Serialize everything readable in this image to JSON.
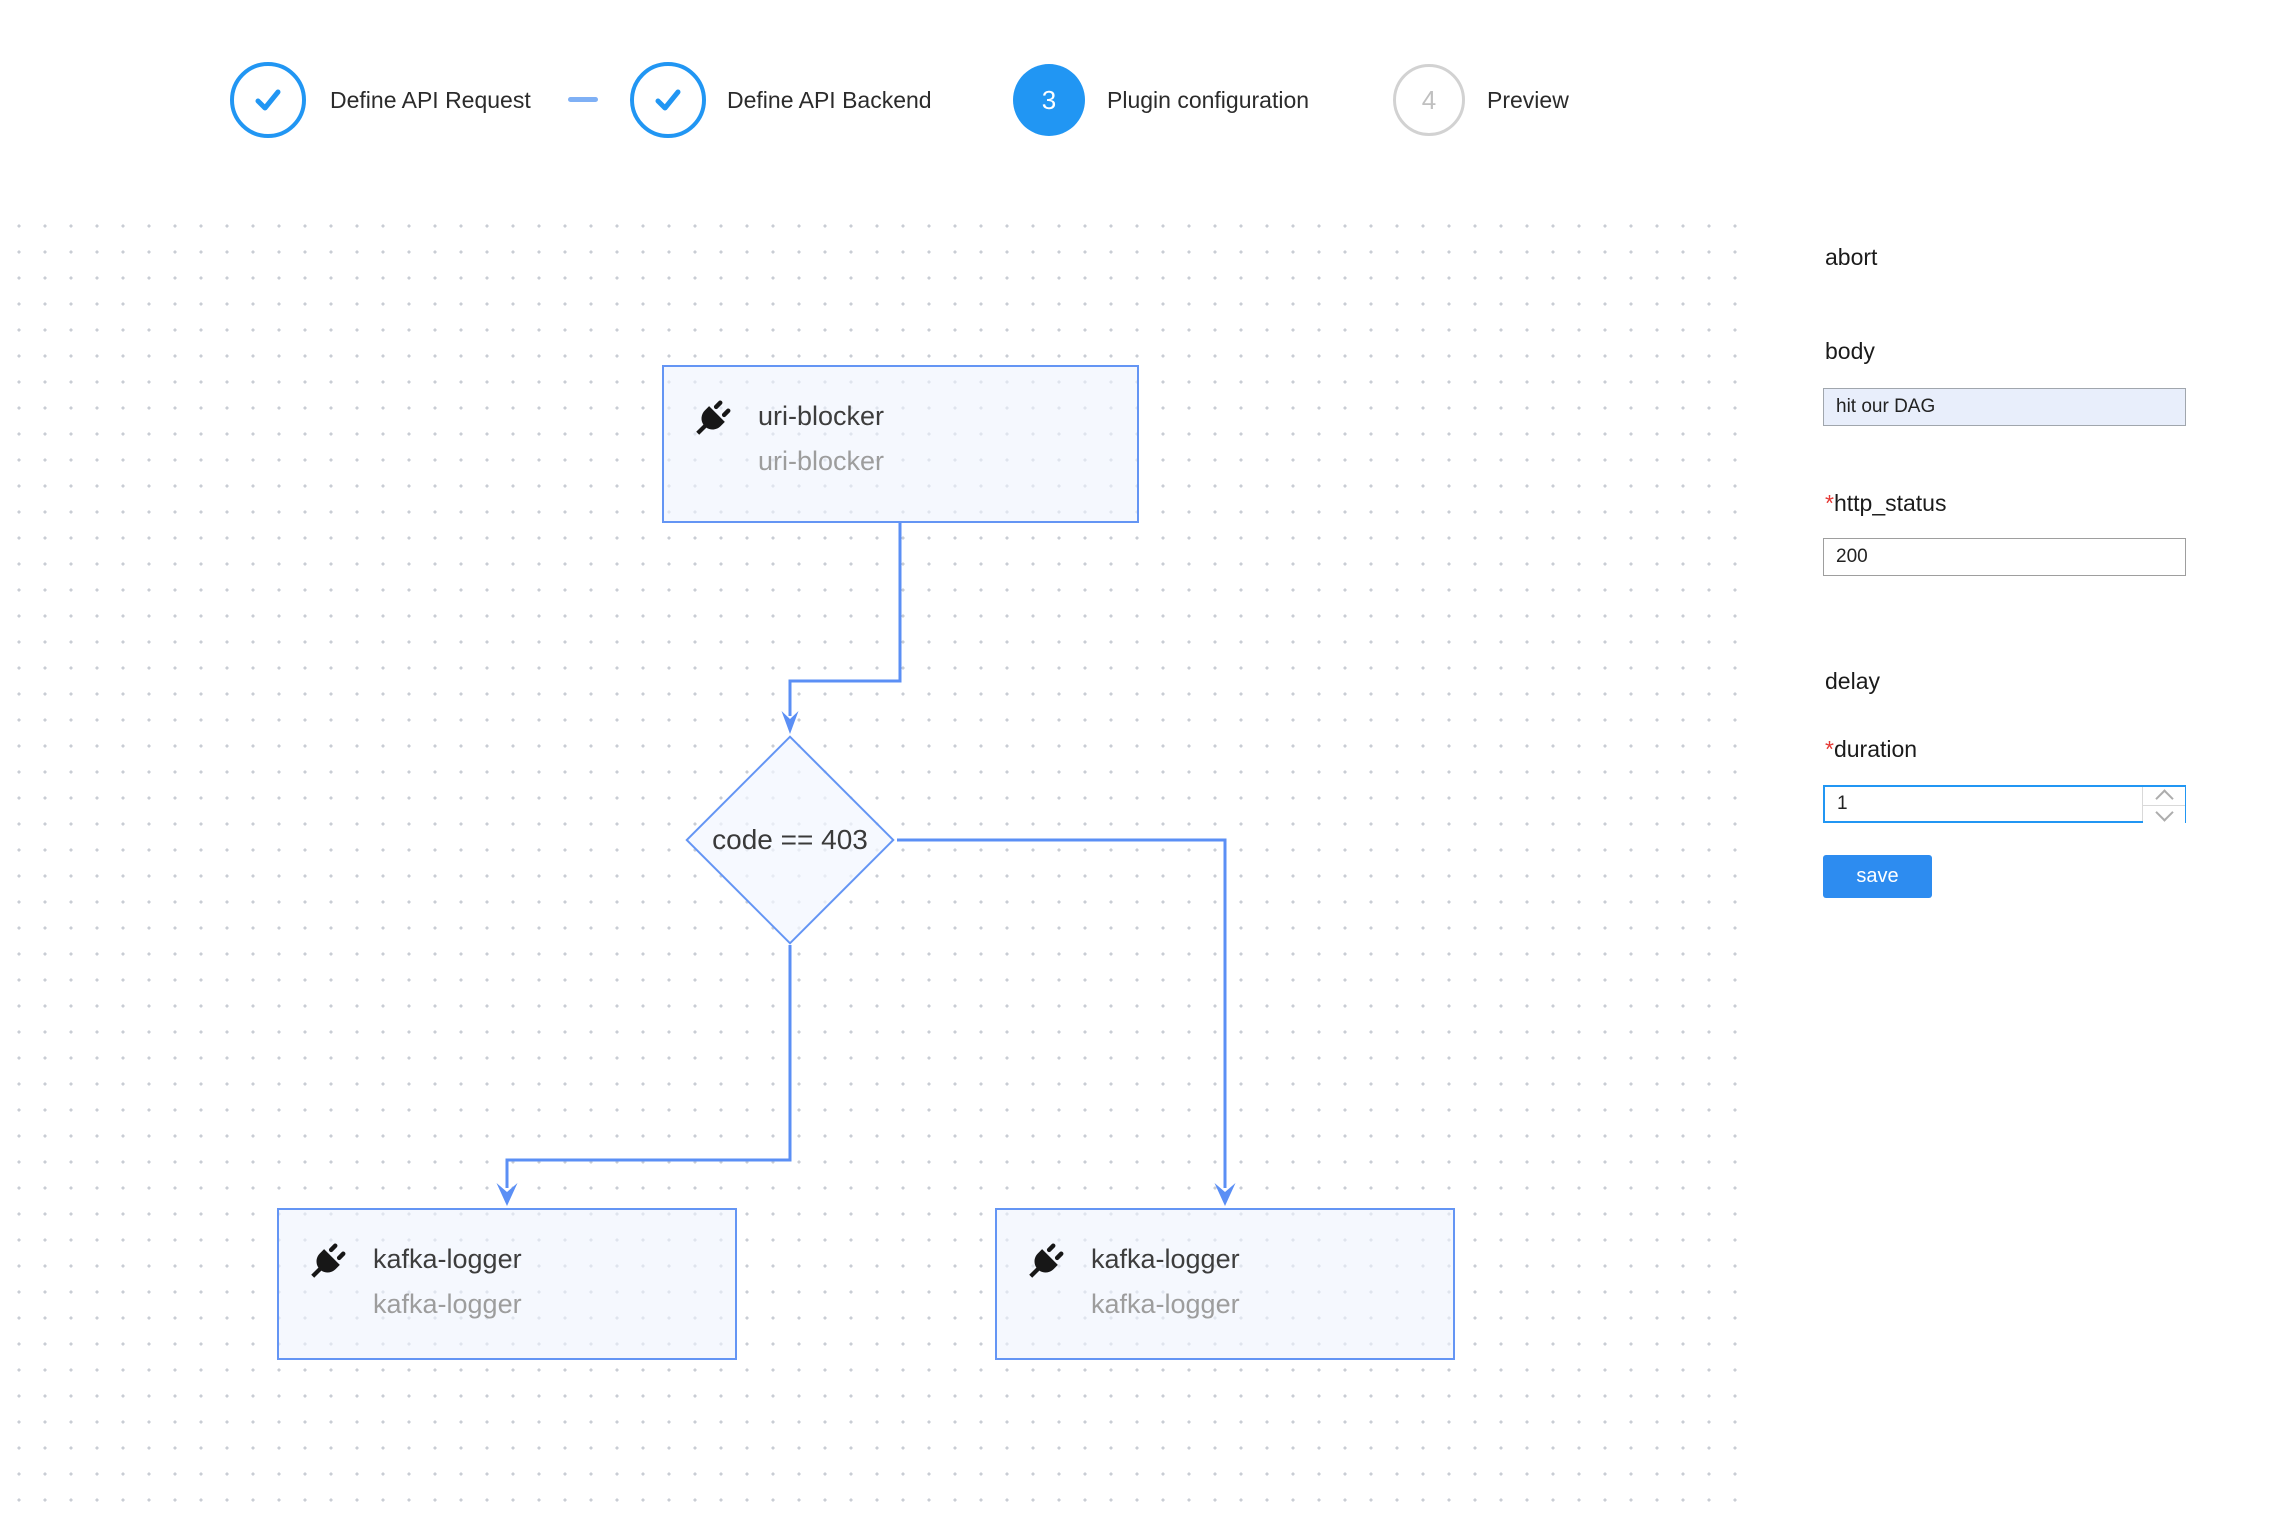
{
  "stepper": {
    "steps": [
      {
        "label": "Define API Request",
        "status": "done"
      },
      {
        "label": "Define API Backend",
        "status": "done"
      },
      {
        "label": "Plugin configuration",
        "status": "active",
        "number": "3"
      },
      {
        "label": "Preview",
        "status": "pending",
        "number": "4"
      }
    ]
  },
  "flow": {
    "nodes": [
      {
        "type": "plugin",
        "title": "uri-blocker",
        "subtitle": "uri-blocker"
      },
      {
        "type": "condition",
        "label": "code == 403"
      },
      {
        "type": "plugin",
        "title": "kafka-logger",
        "subtitle": "kafka-logger"
      },
      {
        "type": "plugin",
        "title": "kafka-logger",
        "subtitle": "kafka-logger"
      }
    ]
  },
  "panel": {
    "required_marker": "*",
    "sections": [
      {
        "heading": "abort"
      },
      {
        "heading": "delay"
      }
    ],
    "fields": [
      {
        "label": "body",
        "required": false,
        "value": "hit our DAG"
      },
      {
        "label": "http_status",
        "required": true,
        "value": "200"
      },
      {
        "label": "duration",
        "required": true,
        "value": "1"
      }
    ],
    "save_label": "save"
  },
  "colors": {
    "accent_blue": "#2196f3",
    "edge_blue": "#5b8ff5",
    "node_border_blue": "#6495f4",
    "save_blue": "#2d8cf0",
    "required_red": "#e53935",
    "body_input_fill": "#e8eefb"
  }
}
